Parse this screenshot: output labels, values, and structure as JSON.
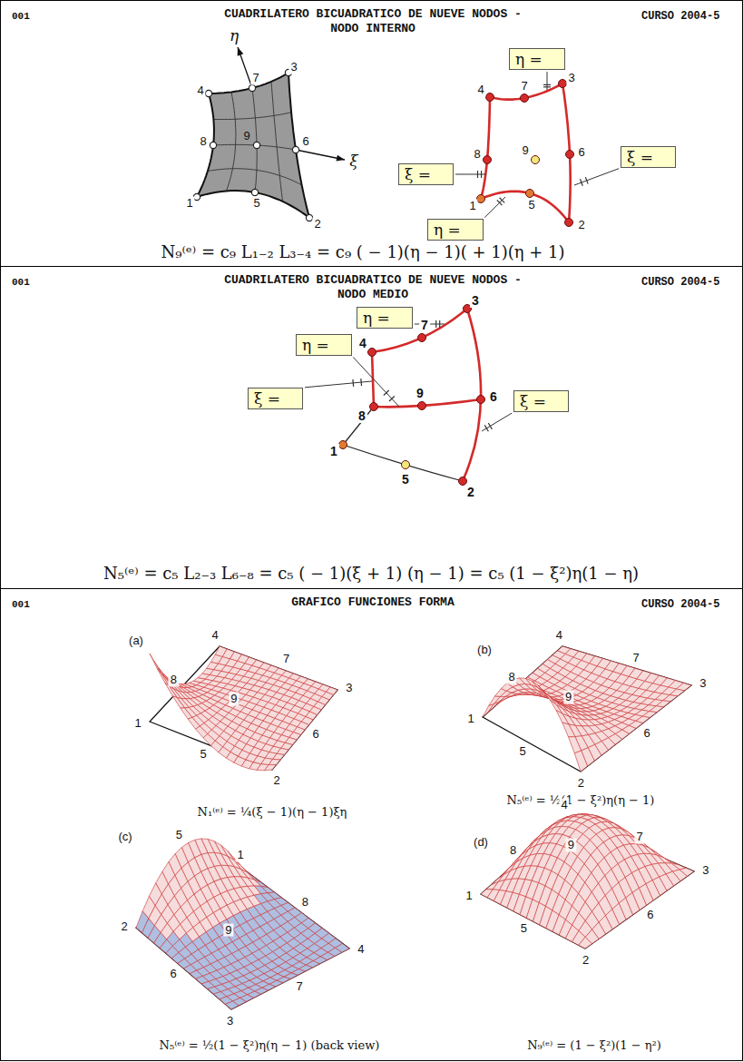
{
  "diagram": {
    "nodes": [
      {
        "text": [
          "001",
          "CUADRILATERO BICUADRATICO DE NUEVE NODOS - NODO INTERNO",
          "CURSO 2004-5"
        ]
      },
      {
        "text": [
          "η ="
        ],
        "in": 0
      },
      {
        "text": [
          "ξ ="
        ],
        "in": 0
      },
      {
        "text": [
          "ξ ="
        ],
        "in": 0
      },
      {
        "text": [
          "η ="
        ],
        "in": 0
      },
      {
        "text": [
          "001",
          "CUADRILATERO BICUADRATICO DE NUEVE NODOS - NODO MEDIO",
          "CURSO 2004-5"
        ]
      },
      {
        "text": [
          "η ="
        ],
        "in": 5
      },
      {
        "text": [
          "η ="
        ],
        "in": 5
      },
      {
        "text": [
          "ξ ="
        ],
        "in": 5
      },
      {
        "text": [
          "ξ ="
        ],
        "in": 5
      },
      {
        "text": [
          "001",
          "GRAFICO FUNCIONES FORMA",
          "CURSO 2004-5"
        ]
      }
    ],
    "labels": [
      "η",
      "ξ",
      "1",
      "2",
      "3",
      "4",
      "5",
      "6",
      "7",
      "8",
      "9",
      "1",
      "2",
      "3",
      "4",
      "5",
      "6",
      "7",
      "8",
      "9",
      "N₉⁽ᵉ⁾ = c₉ L₁₋₂ L₃₋₄ = c₉ ( − 1)(η − 1)( + 1)(η + 1)",
      "1",
      "2",
      "3",
      "4",
      "5",
      "6",
      "7",
      "8",
      "9",
      "N₅⁽ᵉ⁾ = c₅ L₂₋₃ L₆₋₈ = c₅ ( − 1)(ξ + 1) (η − 1) = c₅ (1 − ξ²)η(1 − η)",
      "(a)",
      "1",
      "2",
      "3",
      "4",
      "5",
      "6",
      "7",
      "8",
      "9",
      "N₁⁽ᵉ⁾ = ¼(ξ − 1)(η − 1)ξη",
      "(b)",
      "1",
      "2",
      "3",
      "4",
      "5",
      "6",
      "7",
      "8",
      "9",
      "N₅⁽ᵉ⁾ = ½(1 − ξ²)η(η − 1)",
      "(c)",
      "1",
      "2",
      "3",
      "4",
      "5",
      "6",
      "7",
      "8",
      "9",
      "N₅⁽ᵉ⁾ = ½(1 − ξ²)η(η − 1) (back view)",
      "(d)",
      "1",
      "2",
      "3",
      "4",
      "5",
      "6",
      "7",
      "8",
      "9",
      "N₉⁽ᵉ⁾ = (1 − ξ²)(1 − η²)"
    ]
  }
}
